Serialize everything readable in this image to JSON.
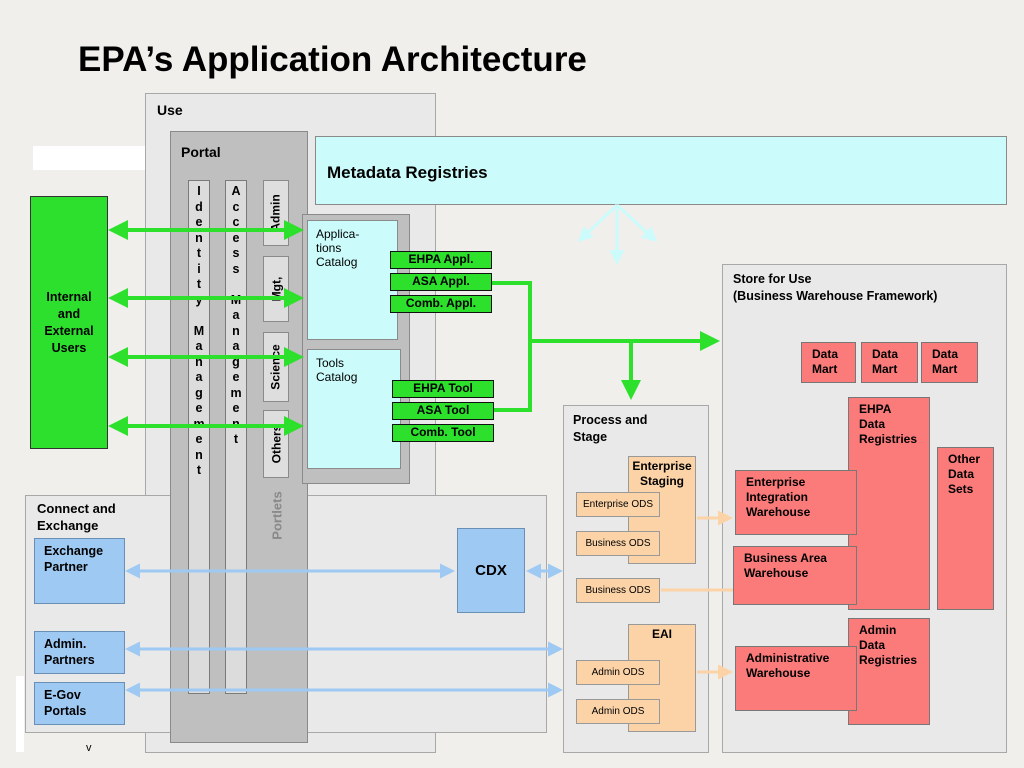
{
  "title": "EPA’s Application Architecture",
  "use": {
    "label": "Use"
  },
  "portal": {
    "label": "Portal",
    "identity_chars": [
      "I",
      "d",
      "e",
      "n",
      "t",
      "i",
      "t",
      "y",
      "",
      "M",
      "a",
      "n",
      "a",
      "g",
      "e",
      "m",
      "e",
      "n",
      "t"
    ],
    "access_chars": [
      "A",
      "c",
      "c",
      "e",
      "s",
      "s",
      "",
      "M",
      "a",
      "n",
      "a",
      "g",
      "e",
      "m",
      "e",
      "n",
      "t"
    ],
    "tabs": [
      "Admin",
      "Mgt,",
      "Science",
      "Others"
    ],
    "portlets_label": "Portlets",
    "applications_catalog": "Applica-\ntions\nCatalog",
    "tools_catalog": "Tools\nCatalog",
    "app_buttons": [
      "EHPA Appl.",
      "ASA Appl.",
      "Comb. Appl."
    ],
    "tool_buttons": [
      "EHPA Tool",
      "ASA Tool",
      "Comb. Tool"
    ]
  },
  "users": {
    "label": "Internal\nand\nExternal\nUsers"
  },
  "metadata": {
    "label": "Metadata Registries"
  },
  "store": {
    "label": "Store for Use\n(Business Warehouse Framework)",
    "data_marts": [
      "Data\nMart",
      "Data\nMart",
      "Data\nMart"
    ],
    "ehpa_registries": "EHPA\nData\nRegistries",
    "other_data_sets": "Other\nData\nSets",
    "admin_registries": "Admin\nData\nRegistries",
    "enterprise_warehouse": "Enterprise\nIntegration\nWarehouse",
    "business_warehouse": "Business Area\nWarehouse",
    "admin_warehouse": "Administrative\nWarehouse"
  },
  "process": {
    "label": "Process and\nStage",
    "enterprise_staging": "Enterprise\nStaging",
    "eai": "EAI",
    "ods": [
      "Enterprise ODS",
      "Business ODS",
      "Business ODS",
      "Admin ODS",
      "Admin ODS"
    ]
  },
  "connect": {
    "label": "Connect and\nExchange",
    "exchange_partner": "Exchange\nPartner",
    "admin_partners": "Admin.\nPartners",
    "egov_portals": "E-Gov\nPortals",
    "cdx": "CDX"
  },
  "footnote_mark": "v",
  "colors": {
    "green": "#2ee02e",
    "cyan": "#ccfbfb",
    "light_blue": "#9ec9f3",
    "peach": "#fbd3a7",
    "red": "#fb7a7a",
    "panel": "#e9e9ea"
  }
}
